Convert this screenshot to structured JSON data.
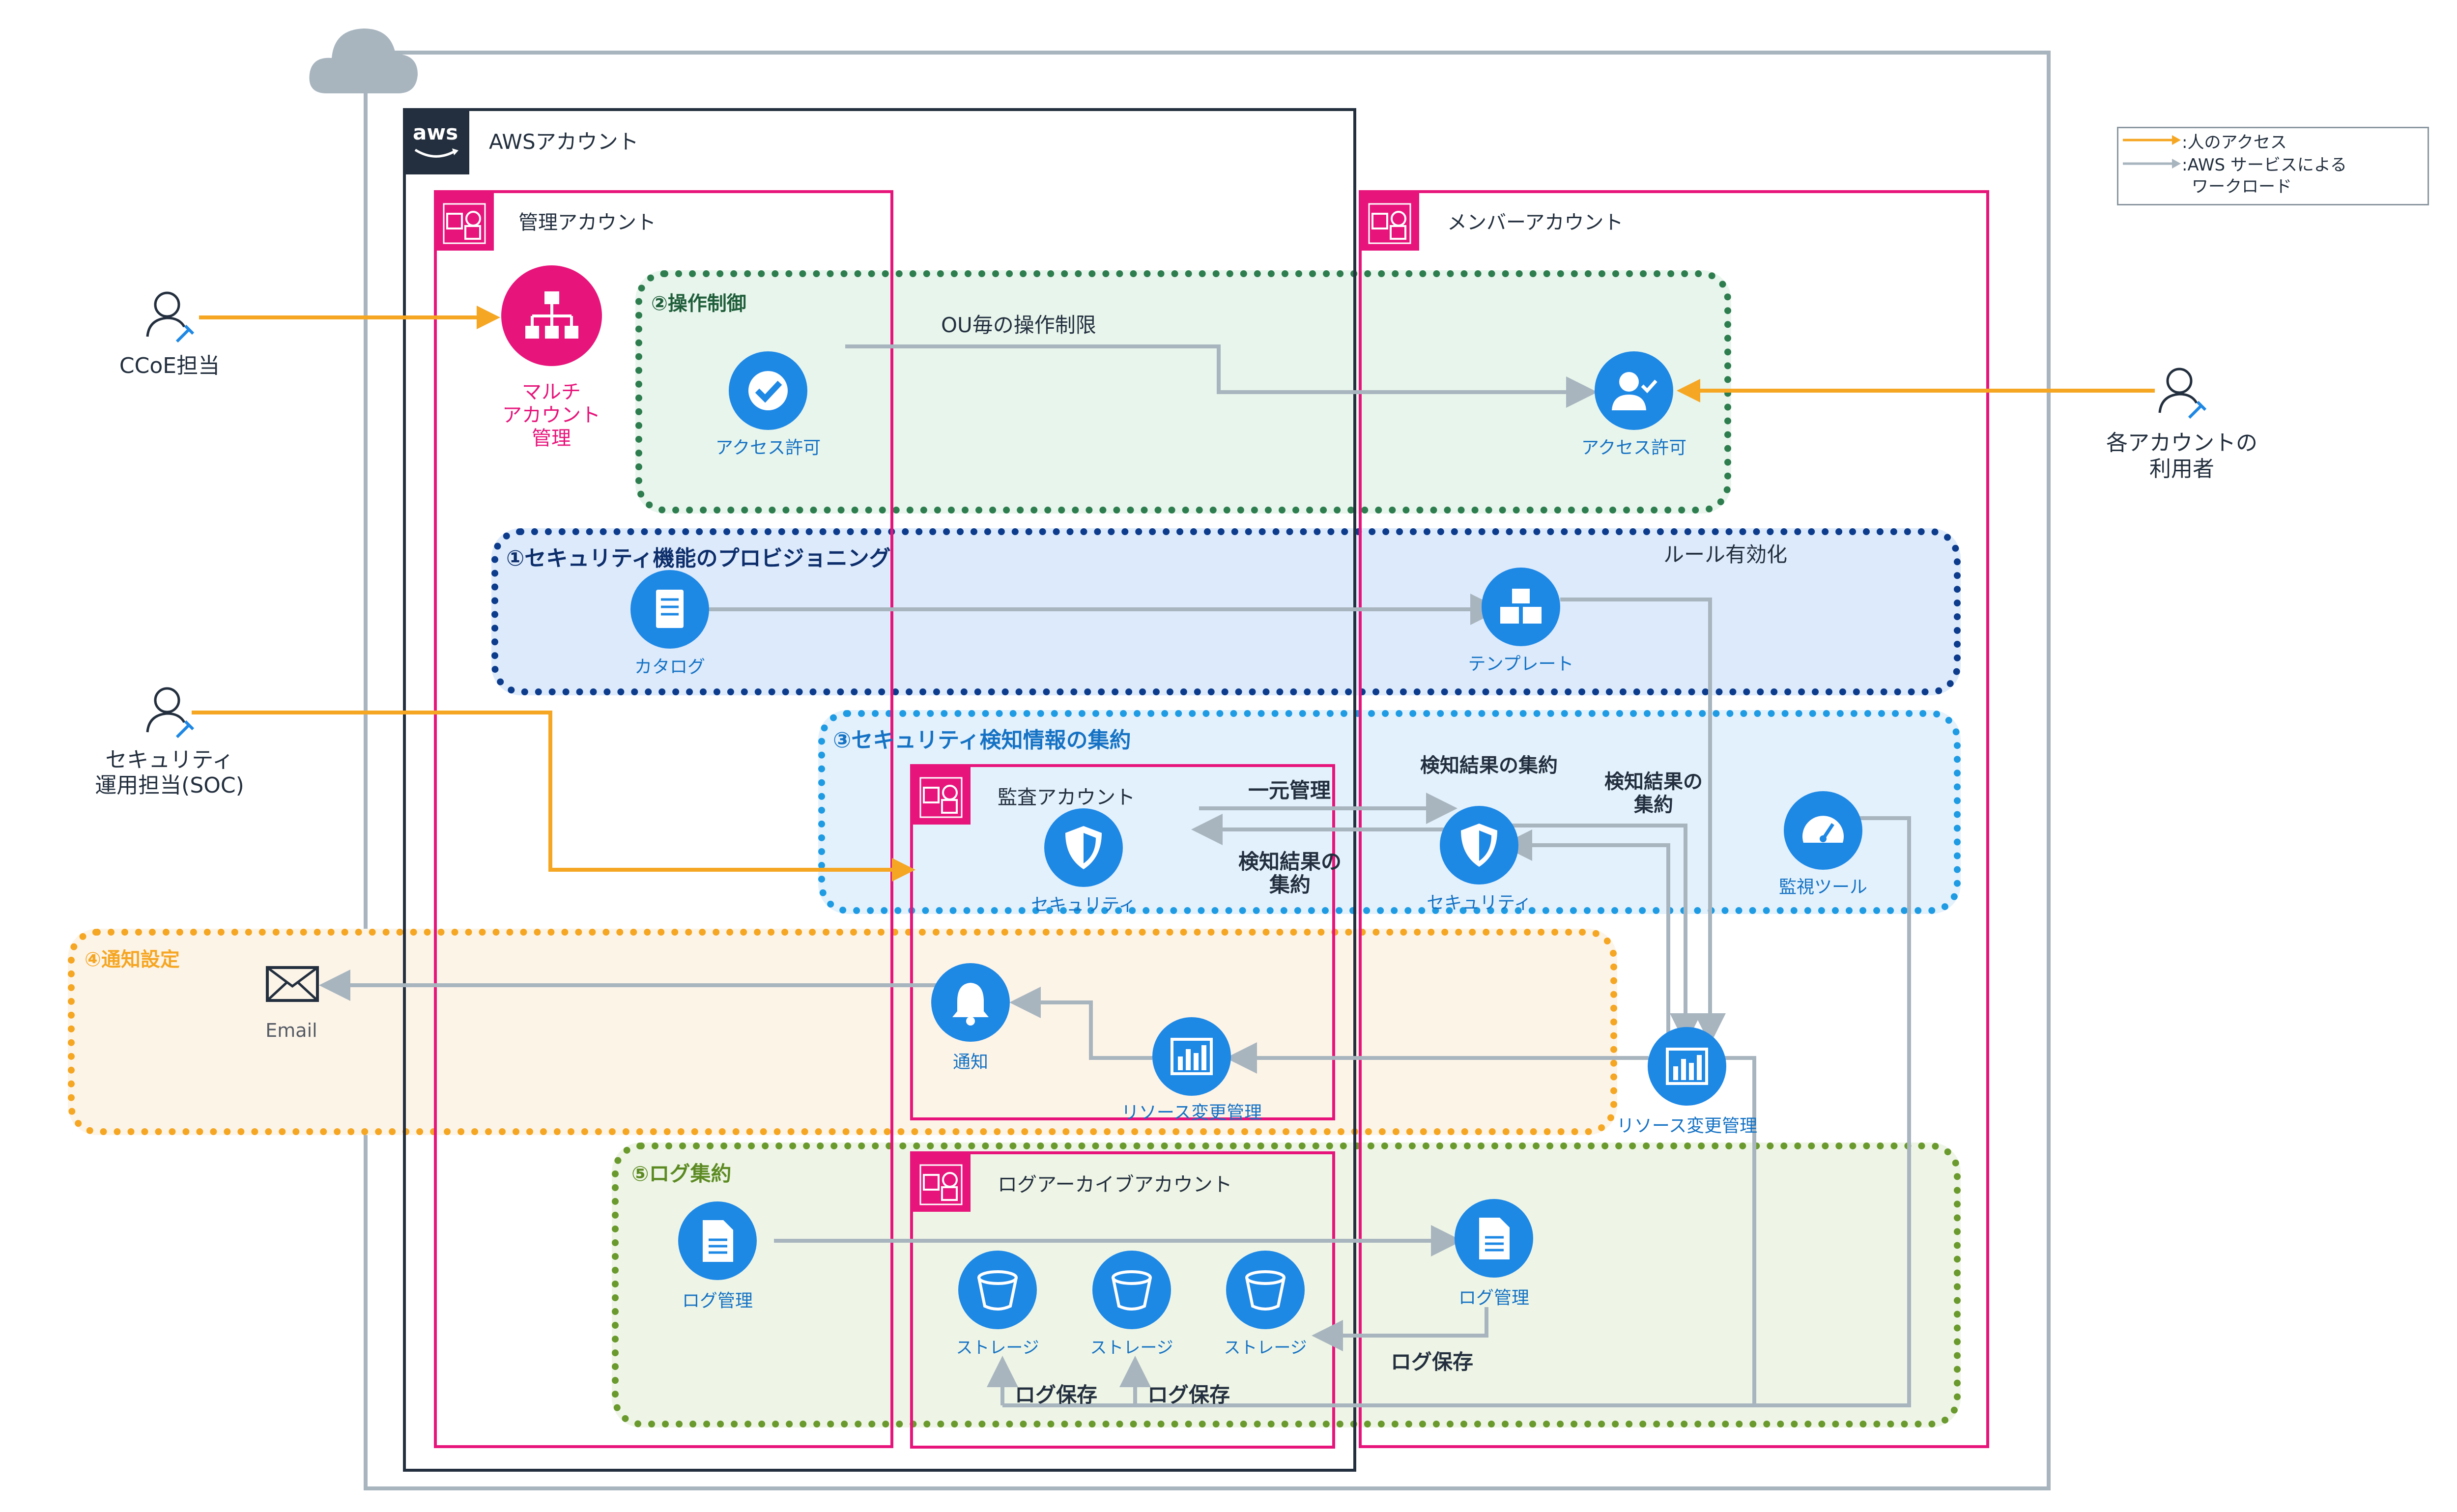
{
  "legend": {
    "human_access": ":人のアクセス",
    "service_line1": ":AWS サービスによる",
    "service_line2": "ワークロード"
  },
  "accounts": {
    "aws": "AWSアカウント",
    "aws_logo": "aws",
    "management": "管理アカウント",
    "member": "メンバーアカウント",
    "audit": "監査アカウント",
    "log_archive": "ログアーカイブアカウント"
  },
  "zones": {
    "ops_control": "②操作制御",
    "provisioning": "①セキュリティ機能のプロビジョニング",
    "detection": "③セキュリティ検知情報の集約",
    "notification": "④通知設定",
    "log": "⑤ログ集約"
  },
  "actors": {
    "ccoe": "CCoE担当",
    "soc_line1": "セキュリティ",
    "soc_line2": "運用担当(SOC)",
    "users_line1": "各アカウントの",
    "users_line2": "利用者"
  },
  "services": {
    "multi_line1": "マルチ",
    "multi_line2": "アカウント",
    "multi_line3": "管理",
    "access_mgmt": "アクセス許可",
    "access_member": "アクセス許可",
    "catalog": "カタログ",
    "template": "テンプレート",
    "sec_audit": "セキュリティ",
    "sec_member": "セキュリティ",
    "monitor": "監視ツール",
    "notify": "通知",
    "email": "Email",
    "res_audit": "リソース変更管理",
    "res_member": "リソース変更管理",
    "log_mgmt": "ログ管理",
    "log_member": "ログ管理",
    "storage1": "ストレージ",
    "storage2": "ストレージ",
    "storage3": "ストレージ"
  },
  "annotations": {
    "ou_limit": "OU毎の操作制限",
    "rule_enable": "ルール有効化",
    "central": "一元管理",
    "agg_mid_1": "検知結果の",
    "agg_mid_2": "集約",
    "agg_top": "検知結果の集約",
    "agg_right_1": "検知結果の",
    "agg_right_2": "集約",
    "log_save_1": "ログ保存",
    "log_save_2": "ログ保存",
    "log_save_3": "ログ保存"
  },
  "colors": {
    "human": "#F5A623",
    "service": "#A8B5BF",
    "account_border": "#E7157B",
    "icon_blue": "#1E88E5",
    "ops_zone": "#2E7D4F",
    "provision_zone": "#0D3C8C",
    "detect_zone": "#1E9BE3",
    "notify_zone": "#F5A623",
    "log_zone": "#6A9A2E"
  }
}
